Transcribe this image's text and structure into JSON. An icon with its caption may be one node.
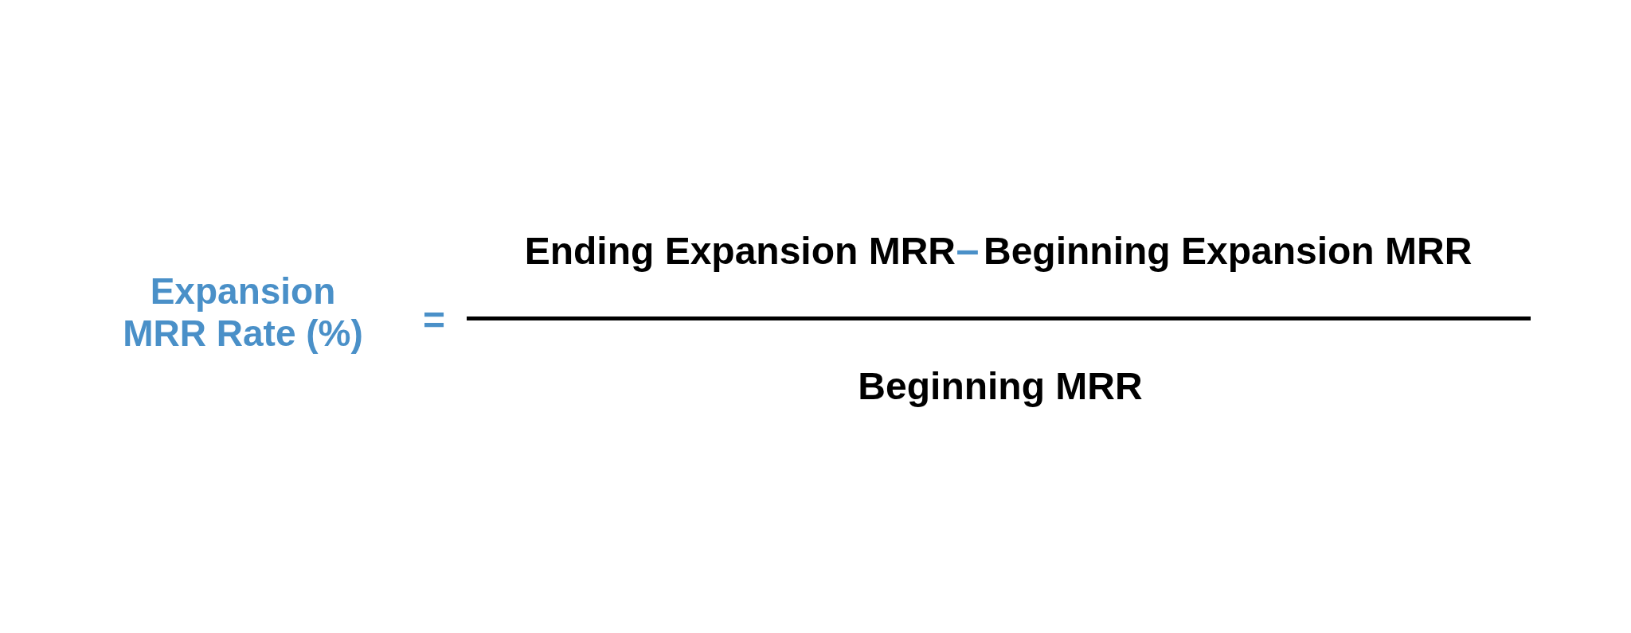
{
  "diagram": {
    "labels": [
      "Expansion MRR Rate (%)",
      "=",
      "Ending Expansion MRR",
      "–",
      "Beginning Expansion MRR",
      "Beginning MRR"
    ]
  }
}
